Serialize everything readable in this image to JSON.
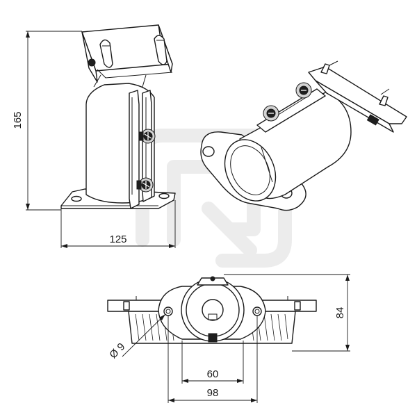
{
  "dimensions": {
    "height": "165",
    "base_width": "125",
    "side_height": "84",
    "hole_dia": "Ø 9",
    "inner_width": "60",
    "hole_spacing": "98"
  }
}
